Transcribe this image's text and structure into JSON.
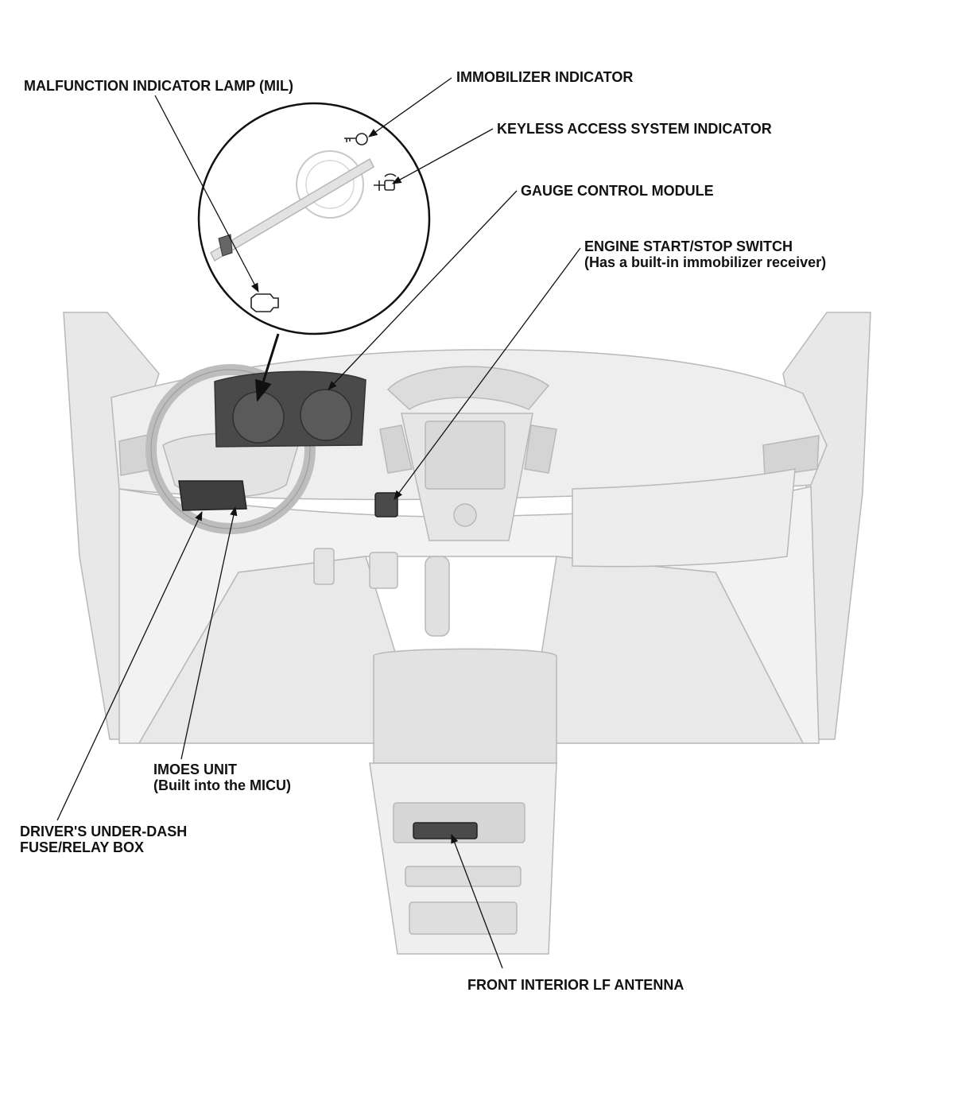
{
  "diagram": {
    "callouts": {
      "mil": "MALFUNCTION INDICATOR LAMP (MIL)",
      "immobilizer": "IMMOBILIZER INDICATOR",
      "keyless": "KEYLESS ACCESS SYSTEM INDICATOR",
      "gauge": "GAUGE CONTROL MODULE",
      "engine_start_1": "ENGINE START/STOP SWITCH",
      "engine_start_2": "(Has a built-in immobilizer receiver)",
      "imoes_1": "IMOES UNIT",
      "imoes_2": "(Built into the MICU)",
      "fuse_1": "DRIVER'S UNDER-DASH",
      "fuse_2": "FUSE/RELAY BOX",
      "antenna": "FRONT INTERIOR LF ANTENNA"
    }
  }
}
